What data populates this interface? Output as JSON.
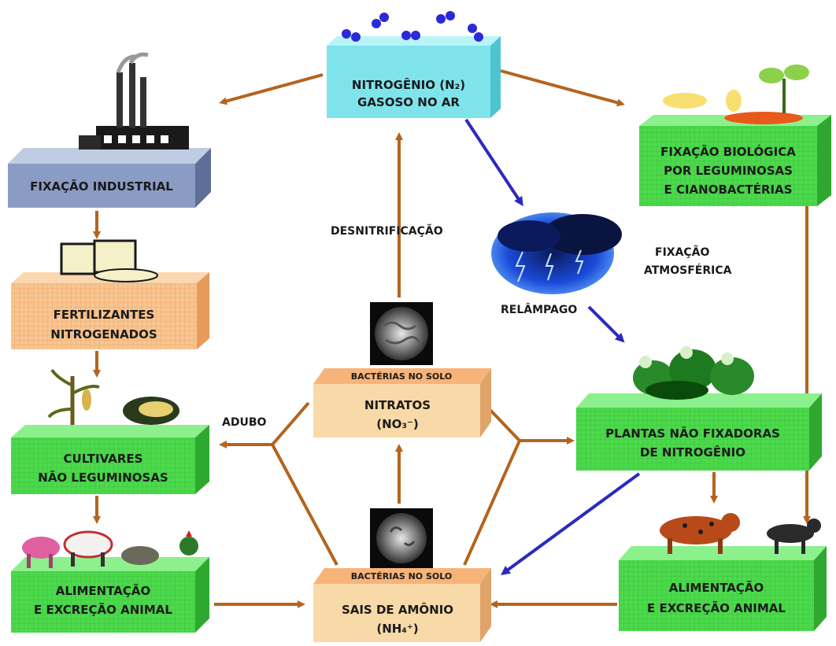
{
  "nodes": {
    "n2": {
      "line1": "NITROGÊNIO (N₂)",
      "line2": "GASOSO NO AR"
    },
    "industrial": {
      "line1": "FIXAÇÃO INDUSTRIAL"
    },
    "biological": {
      "line1": "FIXAÇÃO BIOLÓGICA",
      "line2": "POR LEGUMINOSAS",
      "line3": "E CIANOBACTÉRIAS"
    },
    "fertilizers": {
      "line1": "FERTILIZANTES",
      "line2": "NITROGENADOS"
    },
    "crops": {
      "line1": "CULTIVARES",
      "line2": "NÃO LEGUMINOSAS"
    },
    "animal_left": {
      "line1": "ALIMENTAÇÃO",
      "line2": "E EXCREÇÃO ANIMAL"
    },
    "animal_right": {
      "line1": "ALIMENTAÇÃO",
      "line2": "E EXCREÇÃO ANIMAL"
    },
    "nitrates": {
      "header": "BACTÉRIAS NO SOLO",
      "line1": "NITRATOS",
      "line2": "(NO₃⁻)"
    },
    "ammonium": {
      "header": "BACTÉRIAS NO SOLO",
      "line1": "SAIS DE AMÔNIO",
      "line2": "(NH₄⁺)"
    },
    "plants": {
      "line1": "PLANTAS NÃO FIXADORAS",
      "line2": "DE NITROGÊNIO"
    }
  },
  "labels": {
    "denitrification": "DESNITRIFICAÇÃO",
    "atmospheric1": "FIXAÇÃO",
    "atmospheric2": "ATMOSFÉRICA",
    "lightning": "RELÂMPAGO",
    "manure": "ADUBO"
  },
  "colors": {
    "green": "#4cd94c",
    "green_top": "#8cf08c",
    "green_side": "#2fa82f",
    "cyan": "#7fe3ec",
    "cyan_top": "#b8f4f8",
    "gray": "#8a9cc4",
    "peach": "#f8d9a8",
    "salmon": "#f7b47a",
    "arrow_brown": "#b4641e",
    "arrow_blue": "#2a2ac0"
  }
}
